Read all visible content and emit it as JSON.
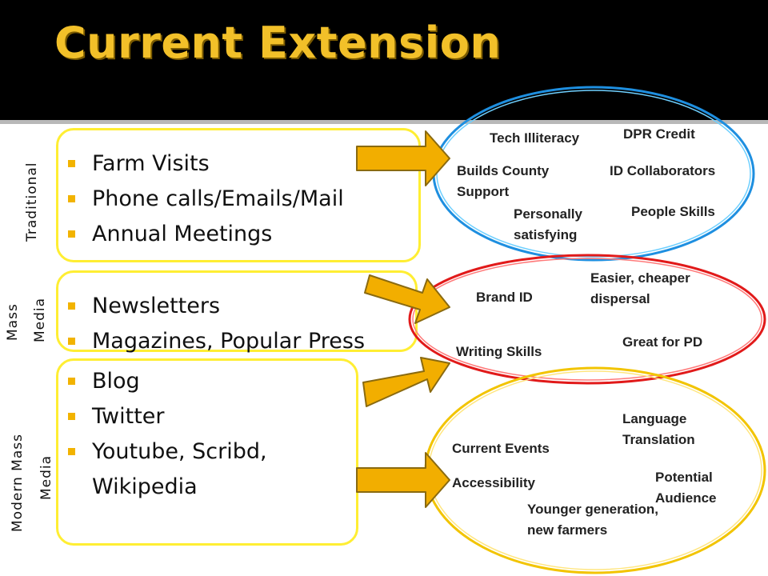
{
  "title": "Current Extension",
  "groups": [
    {
      "label": "Traditional",
      "items": [
        "Farm Visits",
        "Phone calls/Emails/Mail",
        "Annual Meetings"
      ],
      "notes": [
        "Tech Illiteracy",
        "DPR Credit",
        "Builds County Support",
        "ID Collaborators",
        "Personally satisfying",
        "People Skills"
      ]
    },
    {
      "label_lines": [
        "Mass",
        "Media"
      ],
      "items": [
        "Newsletters",
        "Magazines, Popular Press"
      ],
      "notes": [
        "Brand ID",
        "Easier, cheaper dispersal",
        "Writing Skills",
        "Great for PD"
      ]
    },
    {
      "label_lines": [
        "Modern Mass",
        "Media"
      ],
      "items": [
        "Blog",
        "Twitter",
        "Youtube, Scribd, Wikipedia"
      ],
      "notes": [
        "Language Translation",
        "Current Events",
        "Accessibility",
        "Potential Audience",
        "Younger generation, new farmers"
      ]
    }
  ],
  "colors": {
    "title": "#f2c029",
    "box_border": "#ffee33",
    "bullet": "#f2b300",
    "arrow_fill": "#f2ae00",
    "arrow_stroke": "#8a6a10",
    "ellipse_traditional": "#1e8fe0",
    "ellipse_mass": "#e11a1a",
    "ellipse_modern": "#f2c400"
  }
}
